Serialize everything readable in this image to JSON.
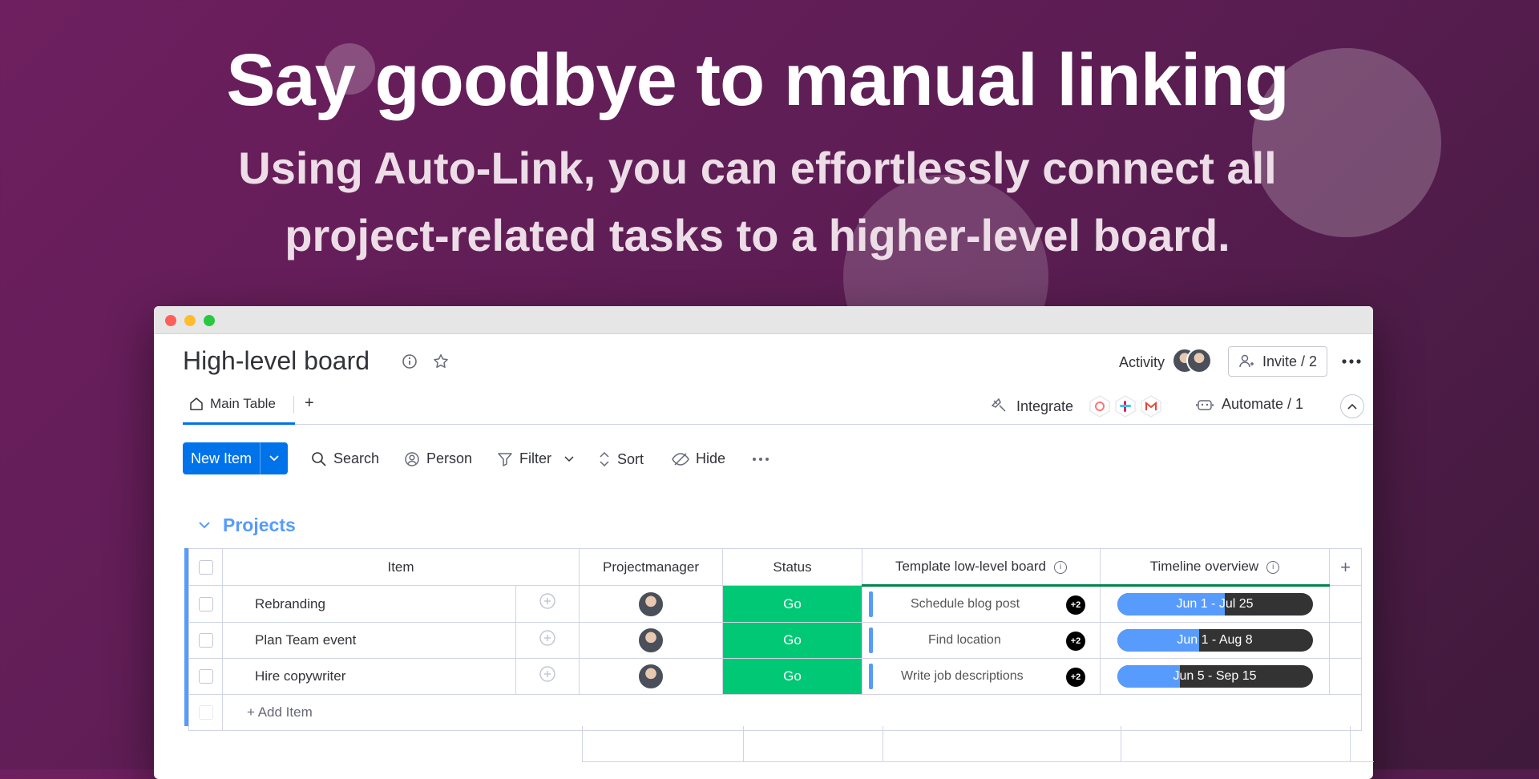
{
  "hero": {
    "title": "Say goodbye to manual linking",
    "subtitle_line1": "Using Auto-Link, you can effortlessly connect all",
    "subtitle_line2": "project-related tasks to a higher-level board."
  },
  "board": {
    "title": "High-level board",
    "activity_label": "Activity",
    "invite_label": "Invite / 2",
    "more_icon": "more-horizontal-icon"
  },
  "tabs": {
    "main_table": "Main Table",
    "add": "+",
    "integrate": "Integrate",
    "automate": "Automate / 1"
  },
  "toolbar": {
    "new_item": "New Item",
    "search": "Search",
    "person": "Person",
    "filter": "Filter",
    "sort": "Sort",
    "hide": "Hide"
  },
  "group": {
    "title": "Projects",
    "columns": {
      "item": "Item",
      "projectmanager": "Projectmanager",
      "status": "Status",
      "template": "Template low-level board",
      "timeline": "Timeline overview",
      "add": "+"
    },
    "rows": [
      {
        "item": "Rebranding",
        "status": "Go",
        "template": "Schedule blog post",
        "more": "+2",
        "timeline": "Jun 1 - Jul 25",
        "progress": 0.55
      },
      {
        "item": "Plan Team event",
        "status": "Go",
        "template": "Find location",
        "more": "+2",
        "timeline": "Jun 1 - Aug 8",
        "progress": 0.42
      },
      {
        "item": "Hire copywriter",
        "status": "Go",
        "template": "Write job descriptions",
        "more": "+2",
        "timeline": "Jun 5 - Sep 15",
        "progress": 0.32
      }
    ],
    "add_item": "+ Add Item"
  },
  "colors": {
    "accent": "#0073ea",
    "status_go": "#00c875",
    "group": "#579bfc"
  }
}
